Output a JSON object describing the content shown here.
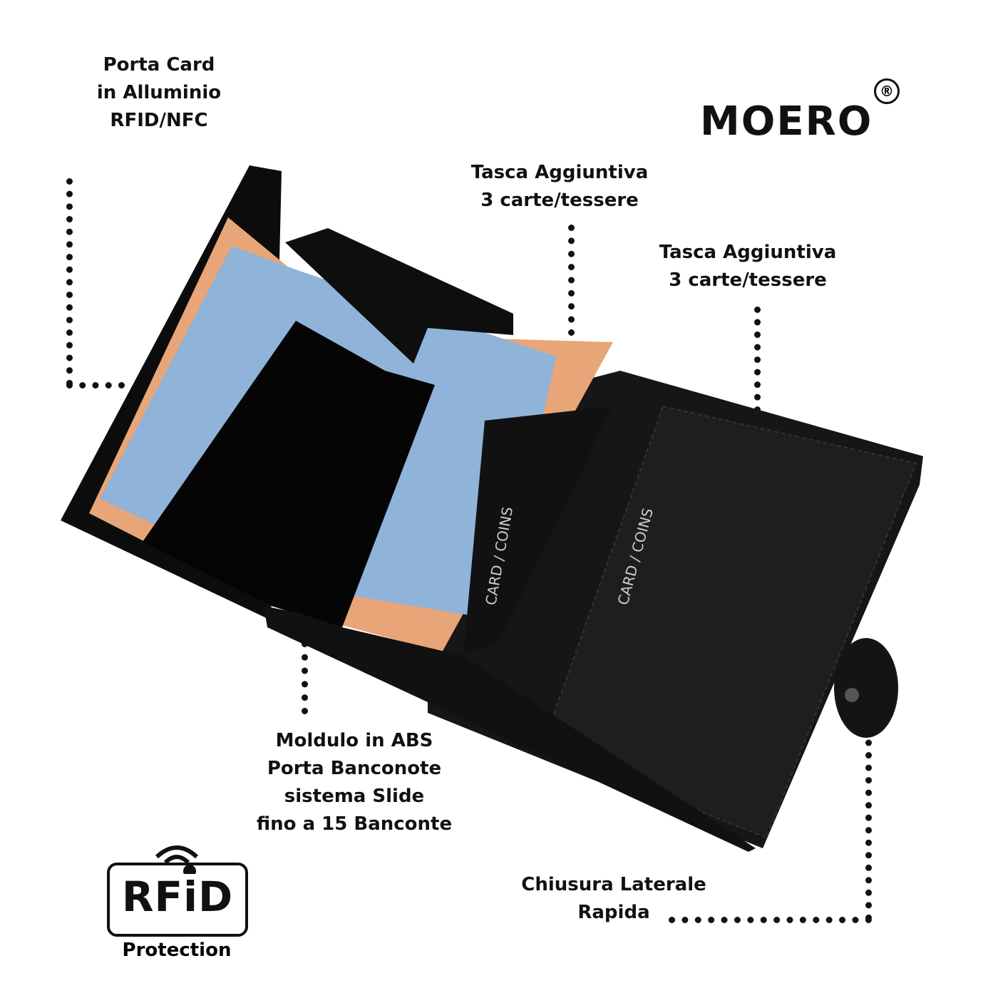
{
  "brand": {
    "logo_text": "MOERO",
    "registered_mark": "®"
  },
  "labels": {
    "card_holder": [
      "Porta Card",
      "in Alluminio",
      "RFID/NFC"
    ],
    "pocket_1": [
      "Tasca Aggiuntiva",
      "3 carte/tessere"
    ],
    "pocket_2": [
      "Tasca Aggiuntiva",
      "3 carte/tessere"
    ],
    "abs_module": [
      "Moldulo in ABS",
      "Porta Banconote",
      "sistema Slide",
      "fino a 15 Banconte"
    ],
    "closure": [
      "Chiusura Laterale",
      "Rapida"
    ]
  },
  "wallet_prints": {
    "slot_1": "CARD / COINS",
    "slot_2": "CARD / COINS"
  },
  "badge": {
    "logo_text": "RFiD",
    "caption": "Protection"
  },
  "colors": {
    "text": "#111111",
    "leather": "#151515",
    "banknote_blue": "#8fb3d9",
    "banknote_orange": "#e8a577"
  }
}
